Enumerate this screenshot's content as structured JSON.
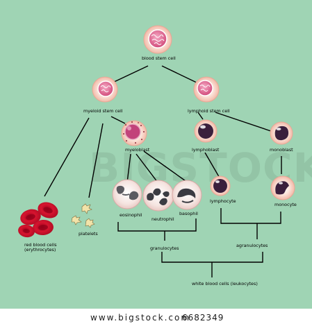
{
  "labels": {
    "blood_stem_cell": "blood stem cell",
    "myeloid_stem_cell": "myeloid stem cell",
    "lymphoid_stem_cell": "lymphoid stem cell",
    "myeloblast": "myeloblast",
    "lymphoblast": "lymphoblast",
    "monoblast": "monoblast",
    "red_blood_cells": "red blood cells",
    "erythrocytes": "(erythrocytes)",
    "platelets": "platelets",
    "eosinophil": "eosinophil",
    "neutrophil": "neutrophil",
    "basophil": "basophil",
    "lymphocyte": "lymphocyte",
    "monocyte": "monocyte",
    "granulocytes": "granulocytes",
    "agranulocytes": "agranulocytes",
    "white_blood_cells": "white blood cells (leukocytes)"
  },
  "watermark": "BIGSTOCK",
  "footer": {
    "site": "www.bigstock.com",
    "image_number": "6682349"
  },
  "colors": {
    "background": "#9fd4b4",
    "red_cell": "#c8102e",
    "nucleus": "#3a1f3c",
    "stem_nucleus": "#e07890",
    "cell_halo": "#f8d9c8"
  }
}
